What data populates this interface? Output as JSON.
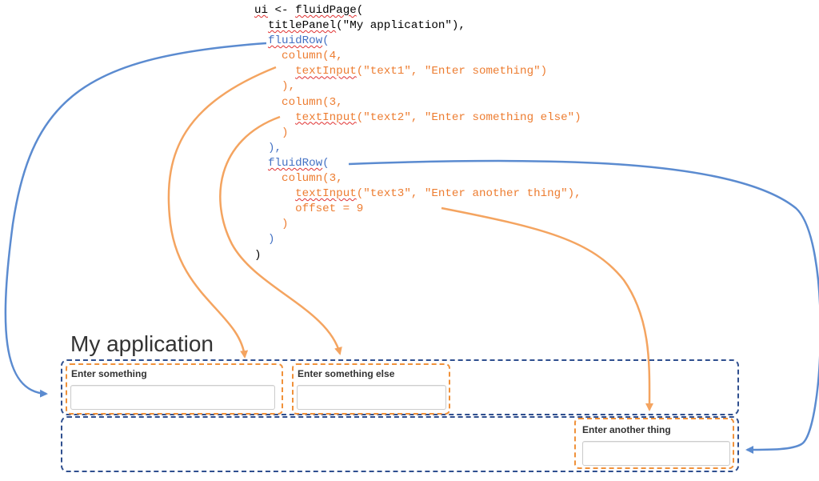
{
  "code": {
    "lines": [
      [
        {
          "t": "ui",
          "c": "black",
          "s": true
        },
        {
          "t": " <- ",
          "c": "black"
        },
        {
          "t": "fluidPage",
          "c": "black",
          "s": true
        },
        {
          "t": "(",
          "c": "black"
        }
      ],
      [
        {
          "t": "  ",
          "c": "black"
        },
        {
          "t": "titlePanel",
          "c": "black",
          "s": true
        },
        {
          "t": "(\"My application\"),",
          "c": "black"
        }
      ],
      [
        {
          "t": "  ",
          "c": "blue"
        },
        {
          "t": "fluidRow",
          "c": "blue",
          "s": true
        },
        {
          "t": "(",
          "c": "blue"
        }
      ],
      [
        {
          "t": "    column(4,",
          "c": "orange"
        }
      ],
      [
        {
          "t": "      ",
          "c": "orange"
        },
        {
          "t": "textInput",
          "c": "orange",
          "s": true
        },
        {
          "t": "(\"text1\", \"Enter something\")",
          "c": "orange"
        }
      ],
      [
        {
          "t": "    ),",
          "c": "orange"
        }
      ],
      [
        {
          "t": "    column(3,",
          "c": "orange"
        }
      ],
      [
        {
          "t": "      ",
          "c": "orange"
        },
        {
          "t": "textInput",
          "c": "orange",
          "s": true
        },
        {
          "t": "(\"text2\", \"Enter something else\")",
          "c": "orange"
        }
      ],
      [
        {
          "t": "    )",
          "c": "orange"
        }
      ],
      [
        {
          "t": "  ),",
          "c": "blue"
        }
      ],
      [
        {
          "t": "  ",
          "c": "blue"
        },
        {
          "t": "fluidRow",
          "c": "blue",
          "s": true
        },
        {
          "t": "(",
          "c": "blue"
        }
      ],
      [
        {
          "t": "    column(3,",
          "c": "orange"
        }
      ],
      [
        {
          "t": "      ",
          "c": "orange"
        },
        {
          "t": "textInput",
          "c": "orange",
          "s": true
        },
        {
          "t": "(\"text3\", \"Enter another thing\"),",
          "c": "orange"
        }
      ],
      [
        {
          "t": "      offset = 9",
          "c": "orange"
        }
      ],
      [
        {
          "t": "    )",
          "c": "orange"
        }
      ],
      [
        {
          "t": "  )",
          "c": "blue"
        }
      ],
      [
        {
          "t": ")",
          "c": "black"
        }
      ]
    ]
  },
  "app": {
    "title": "My application",
    "inputs": [
      {
        "label": "Enter something",
        "value": ""
      },
      {
        "label": "Enter something else",
        "value": ""
      },
      {
        "label": "Enter another thing",
        "value": ""
      }
    ]
  },
  "colors": {
    "row": "#2f4f8f",
    "column": "#f0913a",
    "row_arrow": "#5b8bd0",
    "column_arrow": "#f4a460",
    "code_blue": "#4472c4",
    "code_orange": "#ed7d31"
  }
}
